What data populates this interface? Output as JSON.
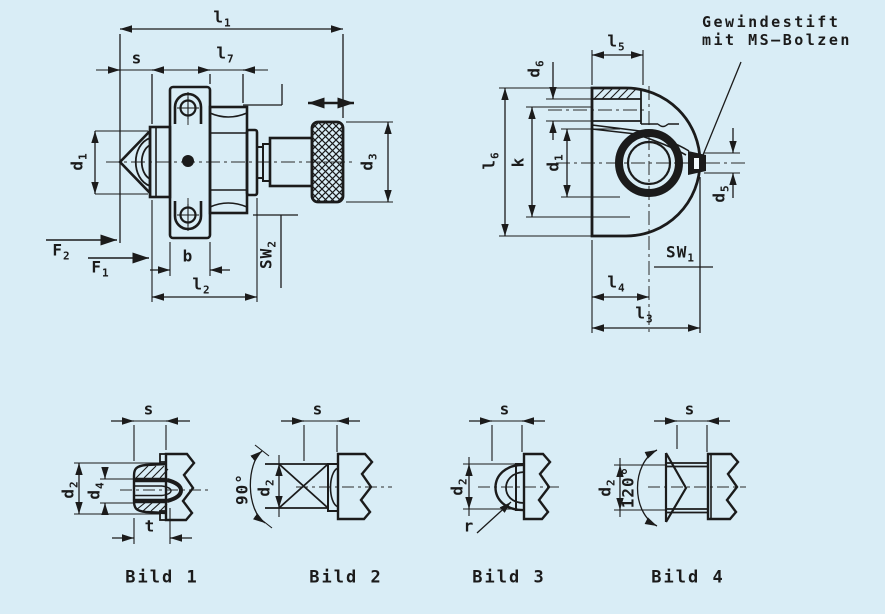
{
  "canvas": {
    "background": "#d9edf6",
    "ink": "#1b1b1b"
  },
  "side_view": {
    "dims": {
      "l1": {
        "base": "l",
        "sub": "1"
      },
      "s": {
        "base": "s",
        "sub": ""
      },
      "l7": {
        "base": "l",
        "sub": "7"
      },
      "d1": {
        "base": "d",
        "sub": "1"
      },
      "d3": {
        "base": "d",
        "sub": "3"
      },
      "F2": {
        "base": "F",
        "sub": "2"
      },
      "F1": {
        "base": "F",
        "sub": "1"
      },
      "b": {
        "base": "b",
        "sub": ""
      },
      "SW2": {
        "base": "SW",
        "sub": "2"
      },
      "l2": {
        "base": "l",
        "sub": "2"
      }
    }
  },
  "front_view": {
    "annotation": {
      "line1": "Gewindestift",
      "line2": "mit MS–Bolzen"
    },
    "dims": {
      "l5": {
        "base": "l",
        "sub": "5"
      },
      "d6": {
        "base": "d",
        "sub": "6"
      },
      "l6": {
        "base": "l",
        "sub": "6"
      },
      "k": {
        "base": "k",
        "sub": ""
      },
      "d1": {
        "base": "d",
        "sub": "1"
      },
      "d5": {
        "base": "d",
        "sub": "5"
      },
      "SW1": {
        "base": "SW",
        "sub": "1"
      },
      "l4": {
        "base": "l",
        "sub": "4"
      },
      "l3": {
        "base": "l",
        "sub": "3"
      }
    }
  },
  "details": [
    {
      "caption": "Bild 1",
      "dims": {
        "s": {
          "base": "s",
          "sub": ""
        },
        "d2": {
          "base": "d",
          "sub": "2"
        },
        "d4": {
          "base": "d",
          "sub": "4"
        },
        "t": {
          "base": "t",
          "sub": ""
        }
      }
    },
    {
      "caption": "Bild 2",
      "dims": {
        "s": {
          "base": "s",
          "sub": ""
        },
        "angle": {
          "base": "90°",
          "sub": ""
        },
        "d2": {
          "base": "d",
          "sub": "2"
        }
      }
    },
    {
      "caption": "Bild 3",
      "dims": {
        "s": {
          "base": "s",
          "sub": ""
        },
        "d2": {
          "base": "d",
          "sub": "2"
        },
        "r": {
          "base": "r",
          "sub": ""
        }
      }
    },
    {
      "caption": "Bild 4",
      "dims": {
        "s": {
          "base": "s",
          "sub": ""
        },
        "d2": {
          "base": "d",
          "sub": "2"
        },
        "angle": {
          "base": "120°",
          "sub": ""
        }
      }
    }
  ]
}
